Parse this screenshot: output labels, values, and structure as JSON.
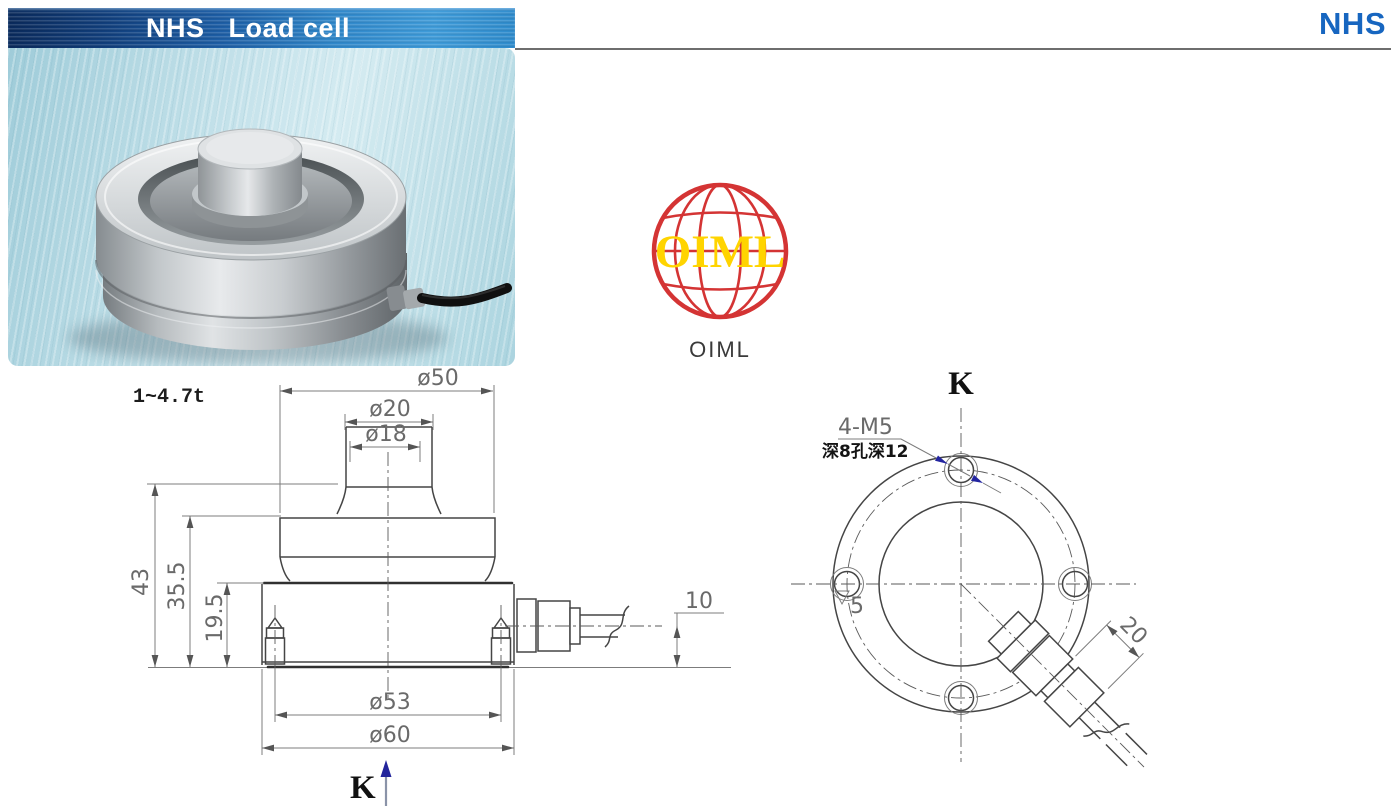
{
  "header": {
    "banner_title": "NHS   Load cell",
    "brand": "NHS",
    "banner_left_color": "#0a2a5c",
    "banner_right_color": "#3f9cda",
    "brand_color": "#1766c0"
  },
  "certification": {
    "globe_text": "OIML",
    "caption": "OIML"
  },
  "front_view": {
    "capacity": "1~4.7t",
    "view_label": "K",
    "dims": {
      "d50": "ø50",
      "d20": "ø20",
      "d18": "ø18",
      "h43": "43",
      "h35_5": "35.5",
      "h19_5": "19.5",
      "cable_offset": "10",
      "d53": "ø53",
      "d60": "ø60"
    }
  },
  "top_view": {
    "title": "K",
    "holes_label": "4-M5",
    "depth_note": "深8孔深12",
    "surface_mark": "5",
    "gland_width": "20"
  },
  "colors": {
    "drawing_line": "#454545",
    "dim_text": "#6a6a6a",
    "leader_arrow_blue": "#2325a0",
    "oiml_red": "#d43434",
    "oiml_yellow": "#ffd400"
  }
}
